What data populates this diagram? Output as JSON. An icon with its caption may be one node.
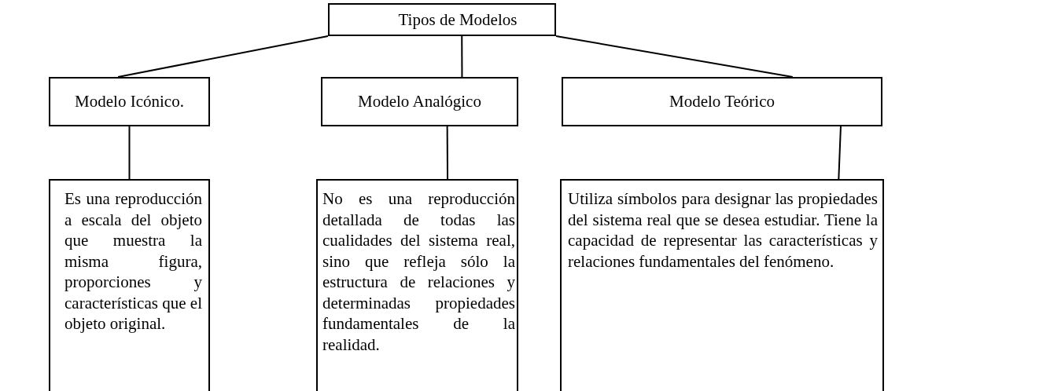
{
  "diagram": {
    "nodes": [
      {
        "text": [
          "Tipos de Modelos"
        ]
      },
      {
        "text": [
          "Modelo Icónico."
        ]
      },
      {
        "text": [
          "Modelo Analógico"
        ]
      },
      {
        "text": [
          "Modelo Teórico"
        ]
      },
      {
        "text": [
          "Es una reproducción a escala del objeto que muestra la misma figura, proporciones y características que el objeto original."
        ]
      },
      {
        "text": [
          "No es una reproducción detallada de todas las cualidades del sistema real, sino que refleja sólo la estructura de relaciones y determinadas propiedades fundamentales de la realidad."
        ]
      },
      {
        "text": [
          "Utiliza símbolos para designar las propiedades del sistema real que se desea estudiar. Tiene la capacidad de representar las características y relaciones fundamentales del fenómeno."
        ]
      }
    ],
    "edges": [
      {
        "from": 0,
        "to": 1,
        "arrow": "none"
      },
      {
        "from": 0,
        "to": 2,
        "arrow": "none"
      },
      {
        "from": 0,
        "to": 3,
        "arrow": "none"
      },
      {
        "from": 1,
        "to": 4,
        "arrow": "none"
      },
      {
        "from": 2,
        "to": 5,
        "arrow": "none"
      },
      {
        "from": 3,
        "to": 6,
        "arrow": "none"
      }
    ]
  }
}
